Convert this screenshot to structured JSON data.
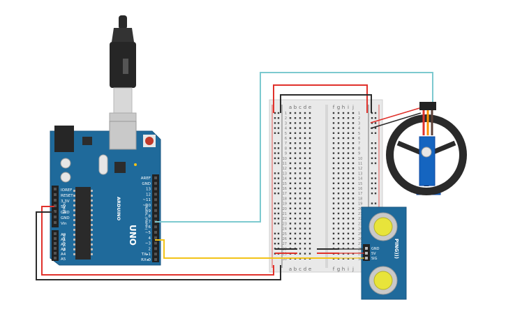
{
  "arduino": {
    "board_name": "UNO",
    "brand": "ARDUINO",
    "digital_header": "DIGITAL (PWM~)",
    "power_header": "POWER",
    "analog_header": "ANALOG IN",
    "power_pins": [
      "IOREF",
      "RESET",
      "3.3V",
      "5V",
      "GND",
      "GND",
      "Vin"
    ],
    "analog_pins": [
      "A0",
      "A1",
      "A2",
      "A3",
      "A4",
      "A5"
    ],
    "digital_pins": [
      "AREF",
      "GND",
      "13",
      "12",
      "~11",
      "~10",
      "~9",
      "8",
      "7",
      "~6",
      "~5",
      "4",
      "~3",
      "2",
      "TX▸1",
      "RX◂0"
    ]
  },
  "breadboard": {
    "letters_left": [
      "a",
      "b",
      "c",
      "d",
      "e"
    ],
    "letters_right": [
      "f",
      "g",
      "h",
      "i",
      "j"
    ],
    "row_numbers": [
      "1",
      "2",
      "3",
      "4",
      "5",
      "6",
      "7",
      "8",
      "9",
      "10",
      "11",
      "12",
      "13",
      "14",
      "15",
      "16",
      "17",
      "18",
      "19",
      "20",
      "21",
      "22",
      "23",
      "24",
      "25",
      "26",
      "27",
      "28",
      "29",
      "30"
    ]
  },
  "sensor": {
    "name": "PING)))",
    "pins": [
      "GND",
      "5V",
      "SIG"
    ]
  },
  "colors": {
    "board_blue": "#1f6a9b",
    "wire_red": "#e0312b",
    "wire_black": "#2b2b2b",
    "wire_yellow": "#f2c318",
    "wire_teal": "#7cc9cf",
    "servo_blue": "#1565c0"
  }
}
